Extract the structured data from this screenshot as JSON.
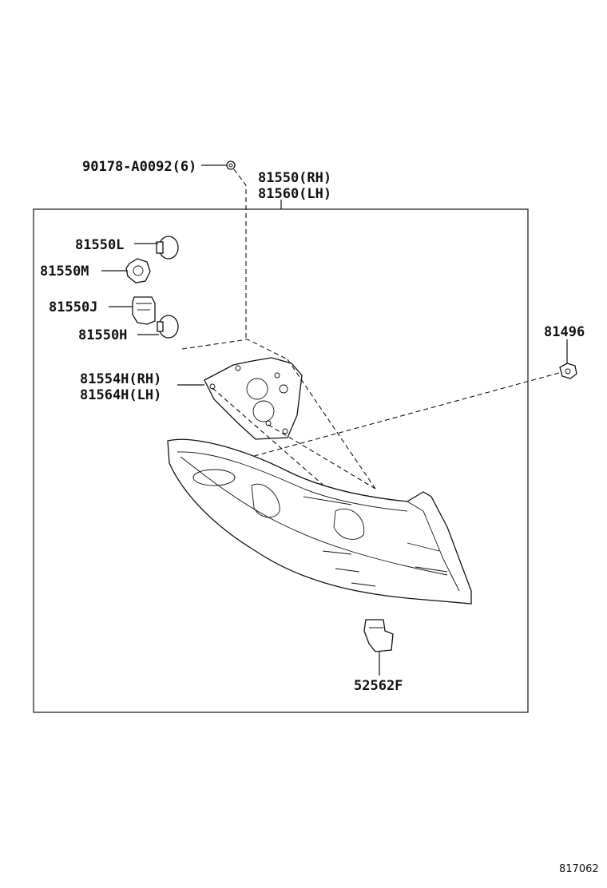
{
  "labels": {
    "screw": "90178-A0092(6)",
    "lamp_rh": "81550(RH)",
    "lamp_lh": "81560(LH)",
    "bulb_l": "81550L",
    "socket_m": "81550M",
    "socket_j": "81550J",
    "bulb_h": "81550H",
    "gasket_rh": "81554H(RH)",
    "gasket_lh": "81564H(LH)",
    "nut": "81496",
    "clip": "52562F",
    "diagram_id": "817062"
  }
}
